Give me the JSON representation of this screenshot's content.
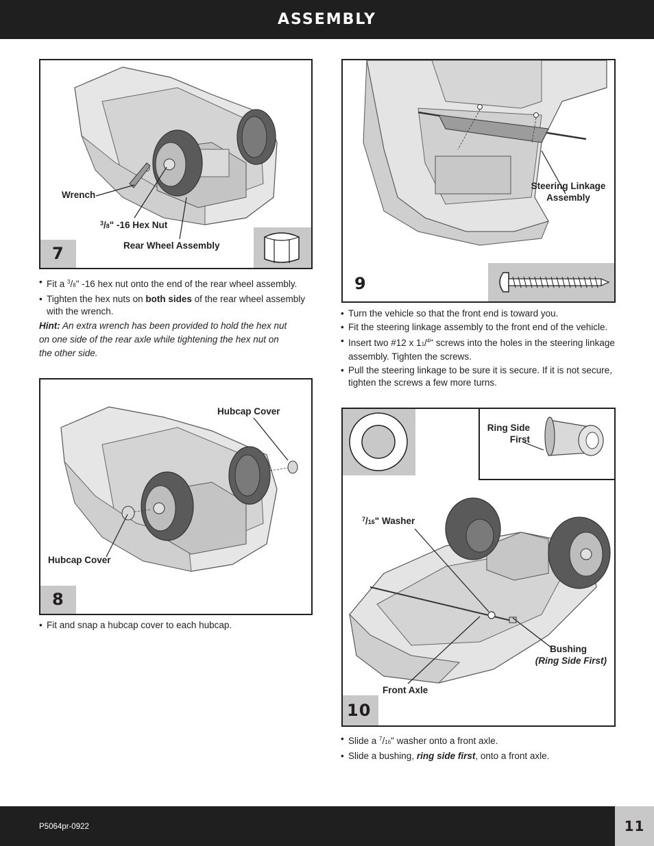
{
  "header": {
    "title": "ASSEMBLY"
  },
  "step7": {
    "number": "7",
    "label_wrench": "Wrench",
    "label_hexnut_num": "3",
    "label_hexnut_den": "8",
    "label_hexnut_rest": "\" -16 Hex Nut",
    "label_rear_wheel": "Rear Wheel Assembly",
    "b1_pre": "Fit a ",
    "b1_num": "3",
    "b1_den": "8",
    "b1_post": "\" -16 hex nut onto the end of the rear wheel assembly.",
    "b2_pre": "Tighten the hex nuts on ",
    "b2_bold": "both sides",
    "b2_post": " of the rear wheel assembly with the wrench.",
    "hint_label": "Hint:",
    "hint_text": " An extra wrench has been provided to hold the hex nut on one side of the rear axle while tightening the hex nut on the other side."
  },
  "step8": {
    "number": "8",
    "label_hubcap_top": "Hubcap Cover",
    "label_hubcap_bottom": "Hubcap Cover",
    "b1": "Fit and snap a hubcap cover to each hubcap."
  },
  "step9": {
    "number": "9",
    "label_steering_1": "Steering Linkage",
    "label_steering_2": "Assembly",
    "b1": "Turn the vehicle so that the front end is toward you.",
    "b2": "Fit the steering linkage assembly to the front end of the vehicle.",
    "b3_pre": "Insert two #12 x 1",
    "b3_num": "1",
    "b3_den": "4",
    "b3_post": "\" screws into the holes in the steering linkage assembly. Tighten the screws.",
    "b4": "Pull the steering linkage to be sure it is secure. If it is not secure, tighten the screws a few more turns."
  },
  "step10": {
    "number": "10",
    "label_ring_1": "Ring Side",
    "label_ring_2": "First",
    "label_washer_num": "7",
    "label_washer_den": "16",
    "label_washer_rest": "\" Washer",
    "label_bushing": "Bushing",
    "label_bushing_note": "(Ring Side First)",
    "label_front_axle": "Front Axle",
    "b1_pre": "Slide a ",
    "b1_num": "7",
    "b1_den": "16",
    "b1_post": "\" washer onto a front axle.",
    "b2_pre": "Slide a bushing, ",
    "b2_bold": "ring side first",
    "b2_post": ", onto a front axle."
  },
  "footer": {
    "code": "P5064pr-0922",
    "page": "11"
  },
  "colors": {
    "bar": "#1f1f1f",
    "step_box": "#c8c8c8",
    "ink": "#231f20"
  }
}
